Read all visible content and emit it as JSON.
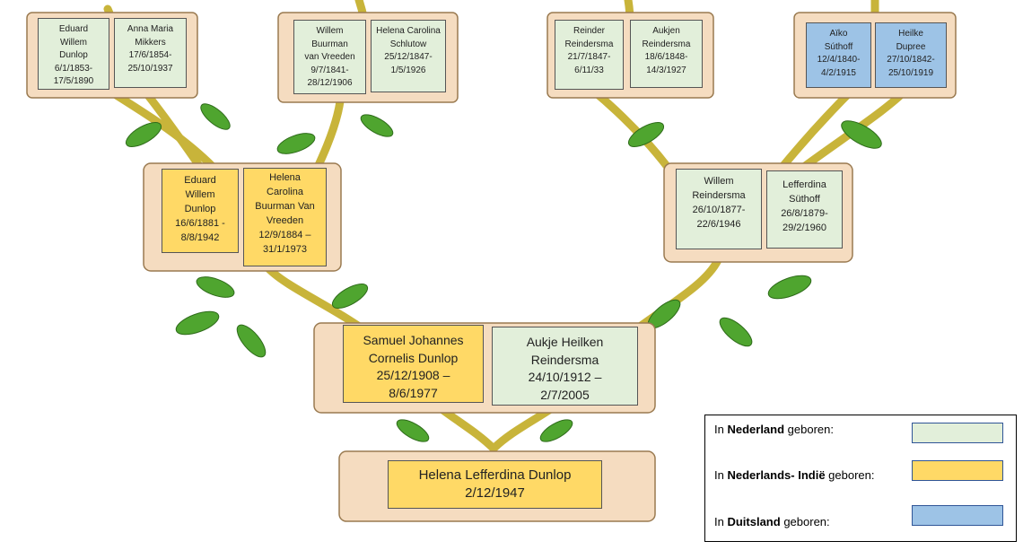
{
  "colors": {
    "nederland": "#e2efda",
    "indie": "#ffd966",
    "duitsland": "#9dc3e6"
  },
  "great_grandparents": [
    {
      "text": "Eduard\nWillem\nDunlop\n6/1/1853-\n17/5/1890",
      "born": "nederland"
    },
    {
      "text": "Anna Maria\nMikkers\n17/6/1854-\n25/10/1937",
      "born": "nederland"
    },
    {
      "text": "Willem\nBuurman\nvan Vreeden\n9/7/1841-\n28/12/1906",
      "born": "nederland"
    },
    {
      "text": "Helena Carolina\nSchlutow\n25/12/1847-\n1/5/1926",
      "born": "nederland"
    },
    {
      "text": "Reinder\nReindersma\n21/7/1847-\n6/11/33",
      "born": "nederland"
    },
    {
      "text": "Aukjen\nReindersma\n18/6/1848-\n14/3/1927",
      "born": "nederland"
    },
    {
      "text": "Aïko\nSúthoff\n12/4/1840-\n4/2/1915",
      "born": "duitsland"
    },
    {
      "text": "Heilke\nDupree\n27/10/1842-\n25/10/1919",
      "born": "duitsland"
    }
  ],
  "grandparents": [
    {
      "text": "Eduard\nWillem\nDunlop\n16/6/1881 -\n8/8/1942",
      "born": "indie"
    },
    {
      "text": "Helena\nCarolina\nBuurman Van\nVreeden\n12/9/1884 –\n31/1/1973",
      "born": "indie"
    },
    {
      "text": "Willem\nReindersma\n26/10/1877-\n22/6/1946",
      "born": "nederland"
    },
    {
      "text": "Lefferdina\nSüthoff\n26/8/1879-\n29/2/1960",
      "born": "nederland"
    }
  ],
  "parents": [
    {
      "text": "Samuel Johannes\nCornelis Dunlop\n25/12/1908 –\n8/6/1977",
      "born": "indie"
    },
    {
      "text": "Aukje Heilken\nReindersma\n24/10/1912 –\n2/7/2005",
      "born": "nederland"
    }
  ],
  "root": {
    "text": "Helena Lefferdina Dunlop\n2/12/1947",
    "born": "indie"
  },
  "legend": [
    {
      "pre": "In ",
      "bold": "Nederland",
      "post": " geboren:",
      "color": "#e2efda"
    },
    {
      "pre": "In ",
      "bold": "Nederlands- Indië",
      "post": " geboren:",
      "color": "#ffd966"
    },
    {
      "pre": "In ",
      "bold": "Duitsland",
      "post": " geboren:",
      "color": "#9dc3e6"
    }
  ]
}
